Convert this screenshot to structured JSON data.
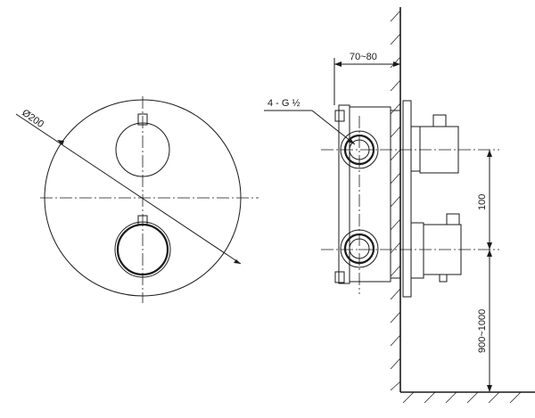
{
  "labels": {
    "diameter": "Ø200",
    "depth": "70~80",
    "connections": "4 - G ½",
    "spacing": "100",
    "height": "900~1000"
  },
  "colors": {
    "ink": "#1a1a1a",
    "background": "#ffffff"
  }
}
